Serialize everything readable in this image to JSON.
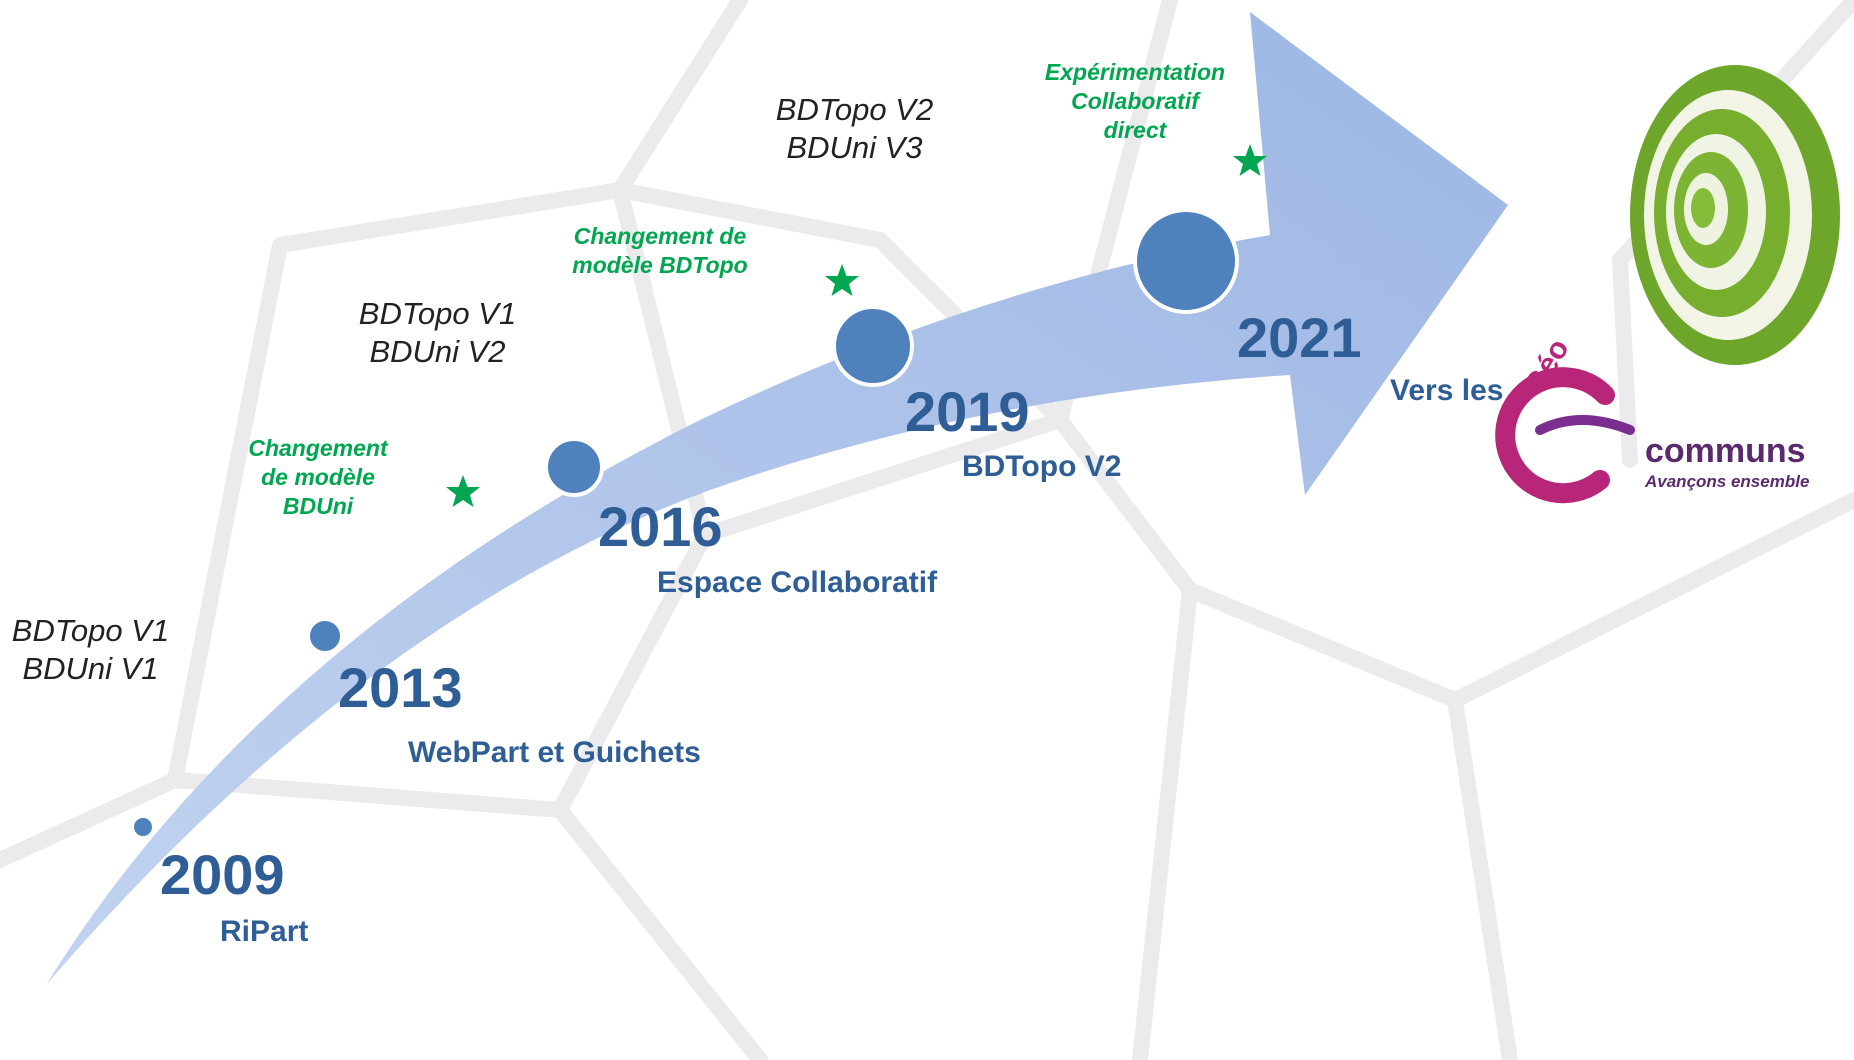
{
  "milestones": [
    {
      "year": "2009",
      "label": "RiPart"
    },
    {
      "year": "2013",
      "label": "WebPart et Guichets"
    },
    {
      "year": "2016",
      "label": "Espace Collaboratif"
    },
    {
      "year": "2019",
      "label": "BDTopo V2"
    },
    {
      "year": "2021",
      "label": ""
    }
  ],
  "versions": [
    {
      "line1": "BDTopo V1",
      "line2": "BDUni V1"
    },
    {
      "line1": "BDTopo V1",
      "line2": "BDUni V2"
    },
    {
      "line1": "BDTopo V2",
      "line2": "BDUni V3"
    }
  ],
  "changes": [
    {
      "lines": [
        "Changement",
        "de modèle",
        "BDUni"
      ]
    },
    {
      "lines": [
        "Changement de",
        "modèle BDTopo"
      ]
    },
    {
      "lines": [
        "Expérimentation",
        "Collaboratif",
        "direct"
      ]
    }
  ],
  "destination": {
    "prefix": "Vers les",
    "logo_geo": "Géo",
    "logo_name": "communs",
    "logo_tagline": "Avançons ensemble"
  },
  "colors": {
    "arrow": "#a7bee6",
    "dot": "#4f81bd",
    "text": "#2f5d95",
    "star": "#00a650",
    "grid": "#e9e9ec"
  }
}
